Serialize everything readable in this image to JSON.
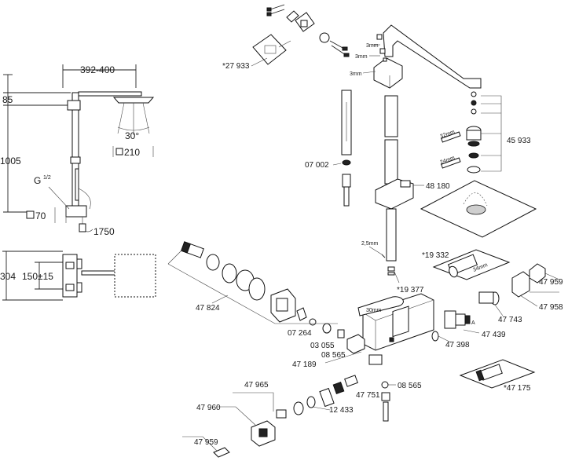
{
  "dimensions": {
    "width_range": "392-400",
    "top_height": "85",
    "total_height": "1005",
    "connection": "G",
    "connection_frac": "1/2",
    "box_size": "70",
    "hose_length": "1750",
    "spray_angle": "30°",
    "head_size": "210",
    "mount_height": "304",
    "centres": "150±15"
  },
  "parts": {
    "p27933": "*27 933",
    "p07002": "07 002",
    "p48180": "48 180",
    "p45933": "45 933",
    "p19332": "*19 332",
    "p19377": "*19 377",
    "p47959a": "47 959",
    "p47958": "47 958",
    "p47743": "47 743",
    "p47824": "47 824",
    "p07264": "07 264",
    "p03055": "03 055",
    "p08565a": "08 565",
    "p47189": "47 189",
    "p47398": "47 398",
    "p47439": "47 439",
    "p47175": "*47 175",
    "p47965": "47 965",
    "p47751": "47 751",
    "p08565b": "08 565",
    "p12433": "12 433",
    "p47960": "47 960",
    "p47959b": "47 959"
  },
  "sizes": {
    "mm3a": "3mm",
    "mm3b": "3mm",
    "mm3c": "3mm",
    "mm32": "32mm",
    "mm24": "24mm",
    "mm25": "2,5mm",
    "mm30": "30mm",
    "mm34": "34mm",
    "letterA": "A"
  }
}
